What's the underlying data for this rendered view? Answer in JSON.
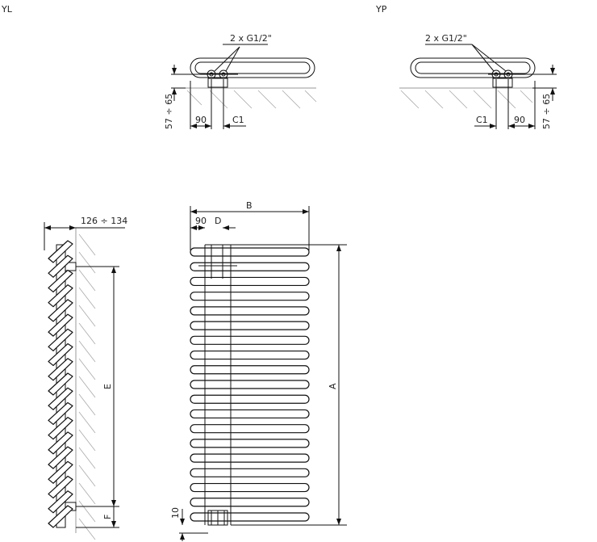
{
  "views": {
    "yl": {
      "label": "YL",
      "connection": "2 x G1/2\"",
      "height_range": "57 ÷ 65",
      "dim_90": "90",
      "dim_c1": "C1"
    },
    "yp": {
      "label": "YP",
      "connection": "2 x G1/2\"",
      "height_range": "57 ÷ 65",
      "dim_90": "90",
      "dim_c1": "C1"
    },
    "side": {
      "depth": "126 ÷ 134",
      "dim_e": "E",
      "dim_f": "F"
    },
    "front": {
      "dim_b": "B",
      "dim_90": "90",
      "dim_d": "D",
      "dim_a": "A",
      "dim_10": "10",
      "tube_count": 19
    }
  }
}
